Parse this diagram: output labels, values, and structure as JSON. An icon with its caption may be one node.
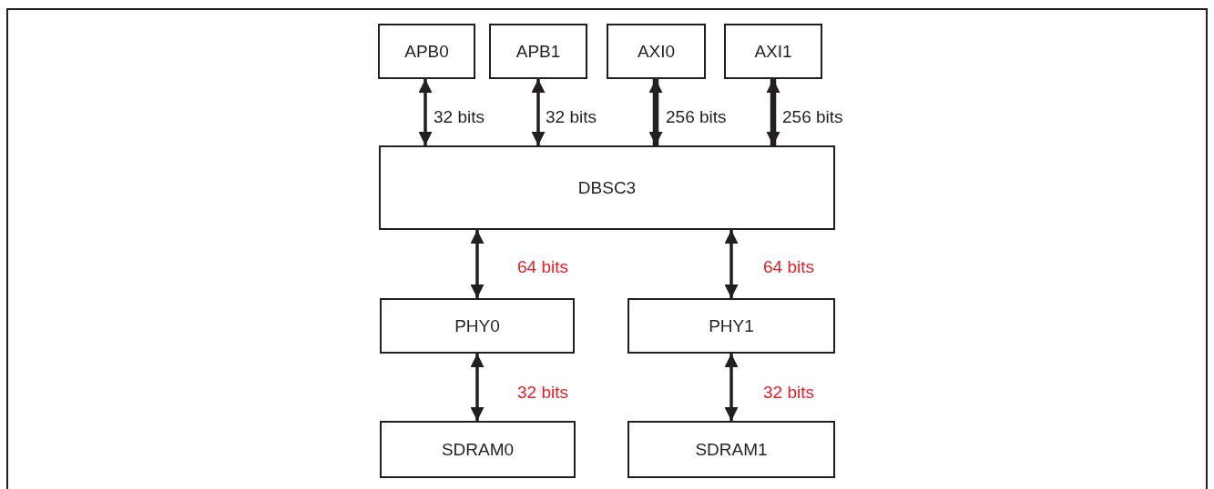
{
  "diagram": {
    "nodes": [
      {
        "text": [
          "APB0"
        ]
      },
      {
        "text": [
          "APB1"
        ]
      },
      {
        "text": [
          "AXI0"
        ]
      },
      {
        "text": [
          "AXI1"
        ]
      },
      {
        "text": [
          "DBSC3"
        ]
      },
      {
        "text": [
          "PHY0"
        ]
      },
      {
        "text": [
          "PHY1"
        ]
      },
      {
        "text": [
          "SDRAM0"
        ]
      },
      {
        "text": [
          "SDRAM1"
        ]
      }
    ],
    "edges": [
      {
        "from": 0,
        "to": 4,
        "arrow": "both",
        "label": "32 bits"
      },
      {
        "from": 1,
        "to": 4,
        "arrow": "both",
        "label": "32 bits"
      },
      {
        "from": 2,
        "to": 4,
        "arrow": "both",
        "label": "256 bits",
        "style": "thick"
      },
      {
        "from": 3,
        "to": 4,
        "arrow": "both",
        "label": "256 bits",
        "style": "thick"
      },
      {
        "from": 4,
        "to": 5,
        "arrow": "both",
        "label": "64 bits"
      },
      {
        "from": 4,
        "to": 6,
        "arrow": "both",
        "label": "64 bits"
      },
      {
        "from": 5,
        "to": 7,
        "arrow": "both",
        "label": "32 bits"
      },
      {
        "from": 6,
        "to": 8,
        "arrow": "both",
        "label": "32 bits"
      }
    ]
  }
}
